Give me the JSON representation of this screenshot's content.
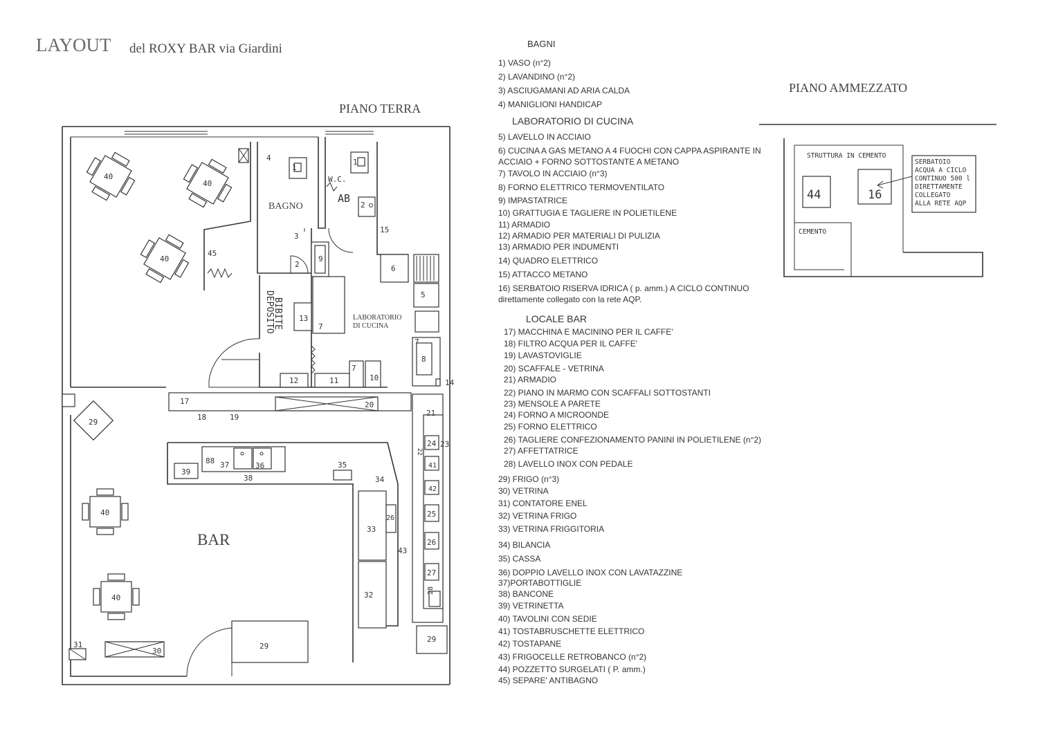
{
  "title": {
    "main": "LAYOUT",
    "sub": "del ROXY BAR via Giardini"
  },
  "floors": {
    "ground": "PIANO TERRA",
    "mezzanine": "PIANO AMMEZZATO"
  },
  "rooms": {
    "bagno": "BAGNO",
    "wc": "W.C.",
    "ab": "AB",
    "deposito": "DEPOSITO",
    "bibite": "BIBITE",
    "lab_line1": "LABORATORIO",
    "lab_line2": "DI CUCINA",
    "bar": "BAR"
  },
  "mezzanine": {
    "struttura": "STRUTTURA IN CEMENTO",
    "cemento": "CEMENTO",
    "pozzetto_num": "44",
    "serbatoio_num": "16",
    "serbatoio_note": [
      "SERBATOIO",
      "ACQUA A CICLO",
      "CONTINUO 500 l",
      "DIRETTAMENTE",
      "COLLEGATO",
      "ALLA RETE AQP"
    ]
  },
  "legend": {
    "sections": [
      {
        "heading": "BAGNI",
        "items": [
          "1) VASO (n°2)",
          "2) LAVANDINO (n°2)",
          "3) ASCIUGAMANI AD ARIA CALDA",
          "4) MANIGLIONI HANDICAP"
        ]
      },
      {
        "heading": "LABORATORIO DI CUCINA",
        "items": [
          "5) LAVELLO IN ACCIAIO",
          "6) CUCINA A GAS METANO A 4 FUOCHI CON CAPPA ASPIRANTE IN",
          "ACCIAIO + FORNO SOTTOSTANTE A METANO",
          "7) TAVOLO IN ACCIAIO (n°3)",
          "8) FORNO ELETTRICO TERMOVENTILATO",
          "9) IMPASTATRICE",
          "10) GRATTUGIA E TAGLIERE IN POLIETILENE",
          "11) ARMADIO",
          "12) ARMADIO PER MATERIALI DI PULIZIA",
          "13) ARMADIO PER INDUMENTI",
          "14) QUADRO ELETTRICO",
          "15) ATTACCO METANO",
          "16) SERBATOIO RISERVA IDRICA ( p. amm.) A CICLO CONTINUO",
          "direttamente collegato con la rete AQP."
        ]
      },
      {
        "heading": "LOCALE BAR",
        "items": [
          "17) MACCHINA E MACININO  PER IL CAFFE'",
          "18) FILTRO ACQUA  PER IL CAFFE'",
          "19) LAVASTOVIGLIE",
          "20) SCAFFALE - VETRINA",
          "21) ARMADIO",
          "22) PIANO IN MARMO CON SCAFFALI SOTTOSTANTI",
          "23) MENSOLE  A PARETE",
          "24) FORNO A MICROONDE",
          "25) FORNO ELETTRICO",
          "26) TAGLIERE CONFEZIONAMENTO PANINI IN POLIETILENE (n°2)",
          "27) AFFETTATRICE",
          "28) LAVELLO INOX CON PEDALE",
          "29) FRIGO (n°3)",
          "30) VETRINA",
          "31) CONTATORE ENEL",
          "32) VETRINA FRIGO",
          "33) VETRINA FRIGGITORIA",
          "34) BILANCIA",
          "35) CASSA",
          "36) DOPPIO LAVELLO INOX CON LAVATAZZINE",
          "37)PORTABOTTIGLIE",
          "38) BANCONE",
          "39) VETRINETTA",
          "40) TAVOLINI CON SEDIE",
          "41) TOSTABRUSCHETTE ELETTRICO",
          "42) TOSTAPANE",
          "43) FRIGOCELLE RETROBANCO (n°2)",
          "44) POZZETTO SURGELATI ( P. amm.)",
          "45) SEPARE' ANTIBAGNO"
        ]
      }
    ]
  },
  "plan_labels": {
    "t40": "40",
    "n4": "4",
    "n1": "1",
    "n2": "2",
    "n3": "3",
    "n5": "5",
    "n6": "6",
    "n7": "7",
    "n8": "8",
    "n9": "9",
    "n10": "10",
    "n11": "11",
    "n12": "12",
    "n13": "13",
    "n14": "14",
    "n15": "15",
    "n17": "17",
    "n18": "18",
    "n19": "19",
    "n20": "20",
    "n21": "21",
    "n22": "22",
    "n23": "23",
    "n24": "24",
    "n25": "25",
    "n26": "26",
    "n27": "27",
    "n28": "28",
    "n29": "29",
    "n30": "30",
    "n31": "31",
    "n32": "32",
    "n33": "33",
    "n34": "34",
    "n35": "35",
    "n36": "36",
    "n37": "37",
    "n38": "38",
    "n39": "39",
    "n41": "41",
    "n42": "42",
    "n43": "43",
    "n45": "45",
    "n88": "88"
  }
}
